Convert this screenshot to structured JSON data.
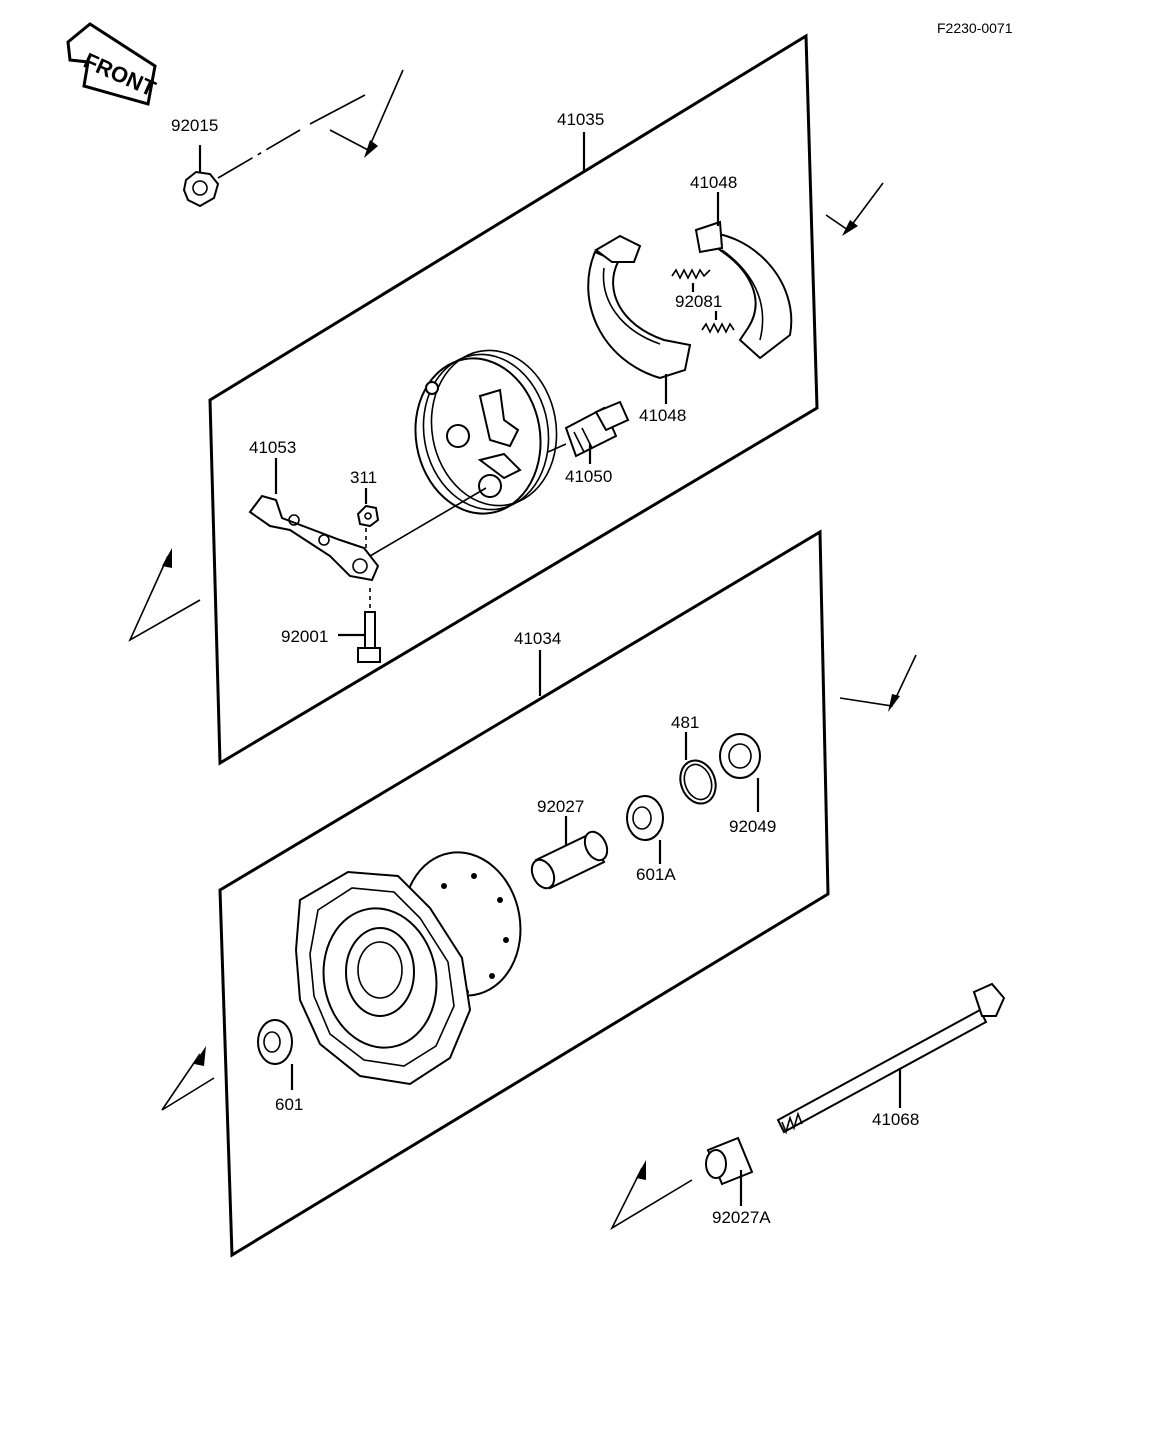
{
  "header": {
    "figure_code": "F2230-0071"
  },
  "front_badge": {
    "text": "FRONT"
  },
  "parts": {
    "nut_92015": "92015",
    "brake_panel_assy_41035": "41035",
    "shoe_upper_41048": "41048",
    "shoe_lower_41048": "41048",
    "spring_92081": "92081",
    "lever_41053": "41053",
    "nut_311": "311",
    "cam_41050": "41050",
    "bolt_92001": "92001",
    "hub_assy_41034": "41034",
    "circlip_481": "481",
    "seal_92049": "92049",
    "collar_92027": "92027",
    "bearing_601A": "601A",
    "bearing_601": "601",
    "axle_41068": "41068",
    "collar_92027A": "92027A"
  }
}
